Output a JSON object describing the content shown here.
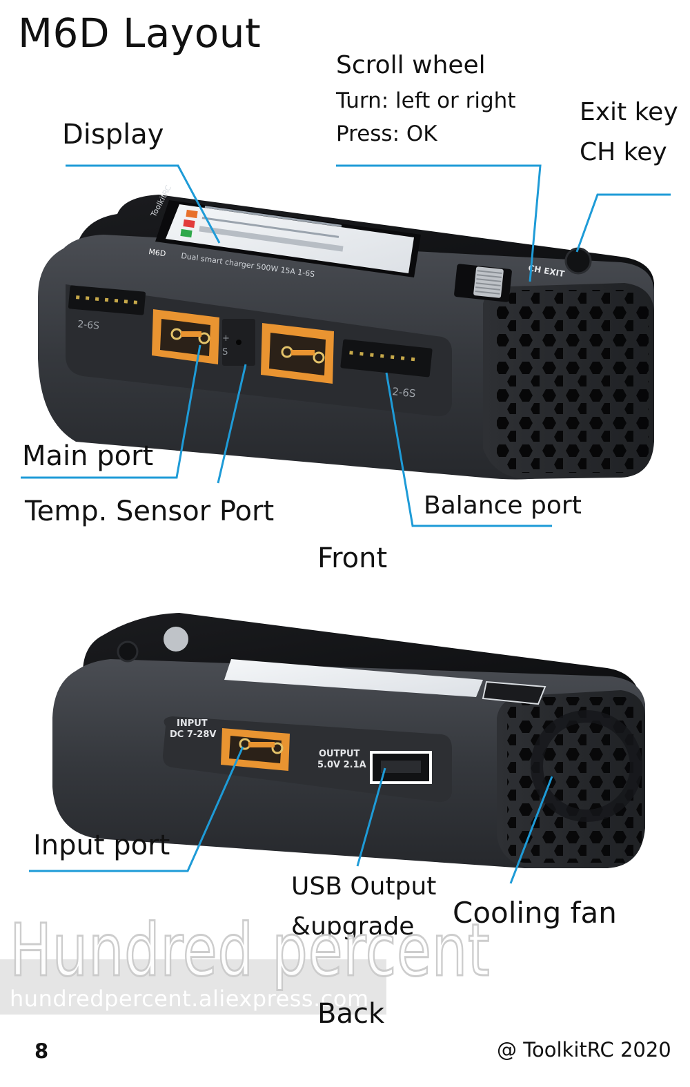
{
  "page_title": "M6D Layout",
  "front": {
    "section_label": "Front",
    "labels": {
      "scroll_wheel": "Scroll wheel",
      "turn": "Turn: left or right",
      "press": "Press: OK",
      "display": "Display",
      "exit_key": "Exit key",
      "ch_key": "CH key",
      "main_port": "Main port",
      "temp_sensor_port": "Temp. Sensor Port",
      "balance_port": "Balance port"
    },
    "device_markings": {
      "exit_button": "CH EXIT",
      "balance_left": "2-6S",
      "balance_right": "2-6S",
      "sensor_plus": "+",
      "sensor_s": "S",
      "model_badge": "M6D",
      "display_subtitle": "Dual smart charger   500W 15A 1-6S",
      "brand_badge": "ToolkitRC"
    }
  },
  "back": {
    "section_label": "Back",
    "labels": {
      "input_port": "Input port",
      "usb_output_line1": "USB Output",
      "usb_output_line2": "&upgrade",
      "cooling_fan": "Cooling fan"
    },
    "device_markings": {
      "input_line1": "INPUT",
      "input_line2": "DC 7-28V",
      "output_line1": "OUTPUT",
      "output_line2": "5.0V 2.1A"
    }
  },
  "watermark": {
    "brand": "Hundred percent",
    "url": "hundredpercent.aliexpress.com"
  },
  "footer": {
    "page_number": "8",
    "copyright": "@ ToolkitRC 2020"
  },
  "colors": {
    "callout_line": "#1e9bd7",
    "port_orange": "#e99431",
    "device_body": "#3a3d42"
  }
}
